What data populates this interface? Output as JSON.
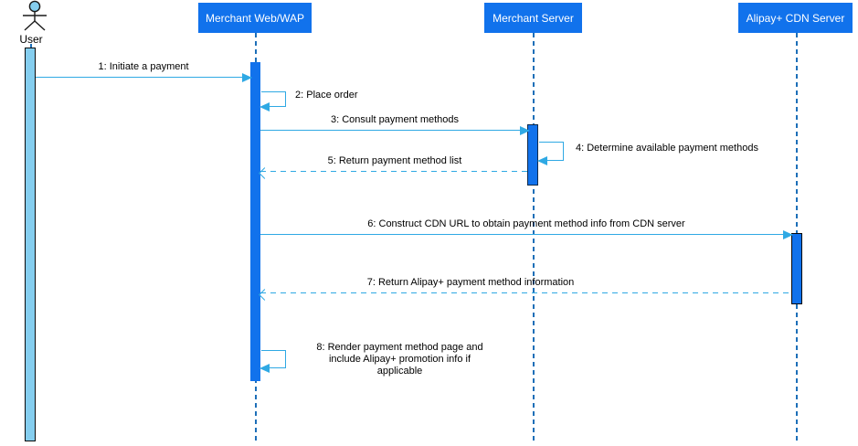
{
  "diagram": {
    "type": "uml-sequence-diagram",
    "subject": "Alipay+ payment method consultation flow"
  },
  "colors": {
    "participant_fill": "#1172EC",
    "participant_text": "#FFFFFF",
    "activation_fill": "#1172EC",
    "activation_user_fill": "#85CEEF",
    "activation_border": "#0A0A0A",
    "lifeline": "#1D6FB8",
    "message_line": "#2FA9E4",
    "label_text": "#000000",
    "background": "#FFFFFF"
  },
  "participants": [
    {
      "id": "user",
      "label": "User",
      "kind": "actor"
    },
    {
      "id": "merchant-web",
      "label": "Merchant Web/WAP",
      "kind": "participant"
    },
    {
      "id": "merchant-server",
      "label": "Merchant Server",
      "kind": "participant"
    },
    {
      "id": "alipay-cdn",
      "label": "Alipay+ CDN Server",
      "kind": "participant"
    }
  ],
  "messages": [
    {
      "seq": 1,
      "label": "1: Initiate a payment",
      "from": "User",
      "to": "Merchant Web/WAP",
      "type": "sync"
    },
    {
      "seq": 2,
      "label": "2: Place order",
      "from": "Merchant Web/WAP",
      "to": "Merchant Web/WAP",
      "type": "self"
    },
    {
      "seq": 3,
      "label": "3: Consult payment methods",
      "from": "Merchant Web/WAP",
      "to": "Merchant Server",
      "type": "sync"
    },
    {
      "seq": 4,
      "label": "4:  Determine available payment methods",
      "from": "Merchant Server",
      "to": "Merchant Server",
      "type": "self"
    },
    {
      "seq": 5,
      "label": "5: Return payment method list",
      "from": "Merchant Server",
      "to": "Merchant Web/WAP",
      "type": "return"
    },
    {
      "seq": 6,
      "label": "6: Construct CDN URL to obtain payment method info from CDN server",
      "from": "Merchant Web/WAP",
      "to": "Alipay+ CDN Server",
      "type": "sync"
    },
    {
      "seq": 7,
      "label": "7: Return Alipay+ payment method information",
      "from": "Alipay+ CDN Server",
      "to": "Merchant Web/WAP",
      "type": "return"
    },
    {
      "seq": 8,
      "label": "8: Render payment method page and include Alipay+ promotion info if applicable",
      "from": "Merchant Web/WAP",
      "to": "Merchant Web/WAP",
      "type": "self"
    }
  ]
}
